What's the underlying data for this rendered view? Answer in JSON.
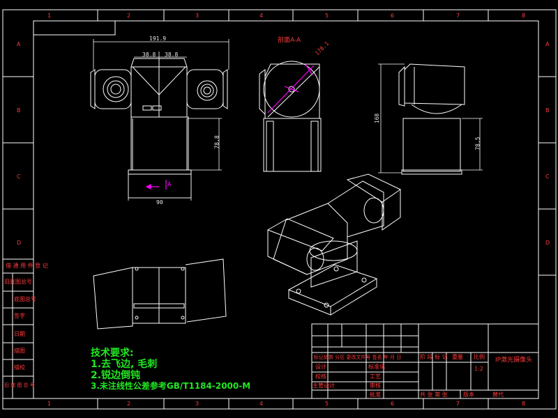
{
  "colors": {
    "background": "#000000",
    "frame": "#ffffff",
    "annotation": "#ff3b3b",
    "tech_notes": "#22e622",
    "marker": "#ff00ff",
    "geometry": "#ffffff"
  },
  "zones": {
    "columns_top": [
      "1",
      "2",
      "3",
      "4",
      "5",
      "6",
      "7",
      "8"
    ],
    "columns_bottom": [
      "1",
      "2",
      "3",
      "4",
      "5",
      "6",
      "7",
      "8"
    ],
    "rows_left": [
      "A",
      "B",
      "C",
      "D"
    ],
    "rows_right": [
      "A",
      "B",
      "C",
      "D"
    ]
  },
  "section_label": "剖面A-A",
  "view_marker": "A",
  "dimensions": {
    "overall_width": "191.9",
    "half_left": "38.8",
    "half_right": "38.8",
    "base_height_front": "78.8",
    "base_width": "90",
    "section_diameter": "178.1",
    "overall_height_side": "168",
    "base_height_side": "78.5"
  },
  "left_table": [
    "借 通 用 件 登 记",
    "旧底图总号",
    "底图总号",
    "签字",
    "日期",
    "描图",
    "描校",
    "旧 底 图 总 号"
  ],
  "tech_requirements": {
    "heading": "技术要求:",
    "items": [
      "1.去飞边, 毛刺",
      "2.锐边倒钝",
      "3.未注线性公差参考GB/T1184-2000-M"
    ]
  },
  "title_block": {
    "title": "IP激光摄像头",
    "scale_header": "比例",
    "scale": "1:2",
    "stage_header": "阶 段 标 记",
    "weight_header": "重量",
    "change_row": "标记处数 分区 更改文件号 签名 年 月 日",
    "design": "设计",
    "standardization": "标准化",
    "check": "校核",
    "process": "工艺",
    "chief": "主管设计",
    "review": "审核",
    "approve": "批准",
    "sheets": "共  张  第  张",
    "version": "版本",
    "replace": "替代"
  }
}
